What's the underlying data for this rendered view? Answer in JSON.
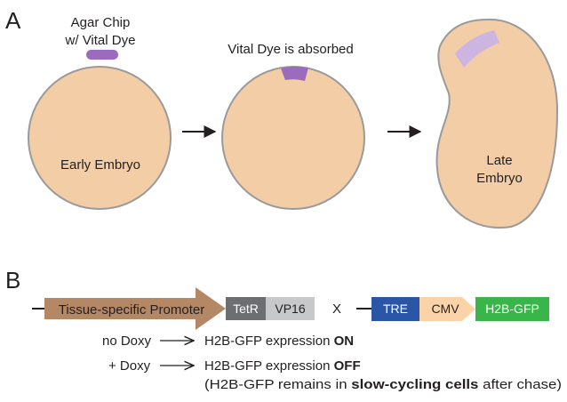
{
  "panel_a": {
    "letter": "A",
    "agar_chip_line1": "Agar Chip",
    "agar_chip_line2": "w/ Vital Dye",
    "early_embryo": "Early Embryo",
    "absorbed": "Vital Dye is absorbed",
    "late_line1": "Late",
    "late_line2": "Embryo",
    "colors": {
      "embryo": "#f2cda6",
      "outline": "#9a9a9a",
      "dye": "#9b6bbd",
      "dye_faded": "#cdb5e2"
    }
  },
  "panel_b": {
    "letter": "B",
    "promoter": "Tissue-specific Promoter",
    "tetr": "TetR",
    "vp16": "VP16",
    "cross": "X",
    "tre": "TRE",
    "cmv": "CMV",
    "h2b_gfp": "H2B-GFP",
    "no_doxy": "no Doxy",
    "no_doxy_text": "H2B-GFP expression ",
    "no_doxy_state": "ON",
    "plus_doxy": "+ Doxy",
    "plus_doxy_text": "H2B-GFP expression ",
    "plus_doxy_state": "OFF",
    "note_pre": "(H2B-GFP remains in ",
    "note_bold": "slow-cycling cells",
    "note_post": " after chase)",
    "colors": {
      "promoter": "#b48864",
      "tetr": "#6d6e71",
      "vp16": "#c7c8ca",
      "tre": "#2b56a6",
      "cmv": "#fbd3a8",
      "gfp": "#3ab54a"
    }
  }
}
